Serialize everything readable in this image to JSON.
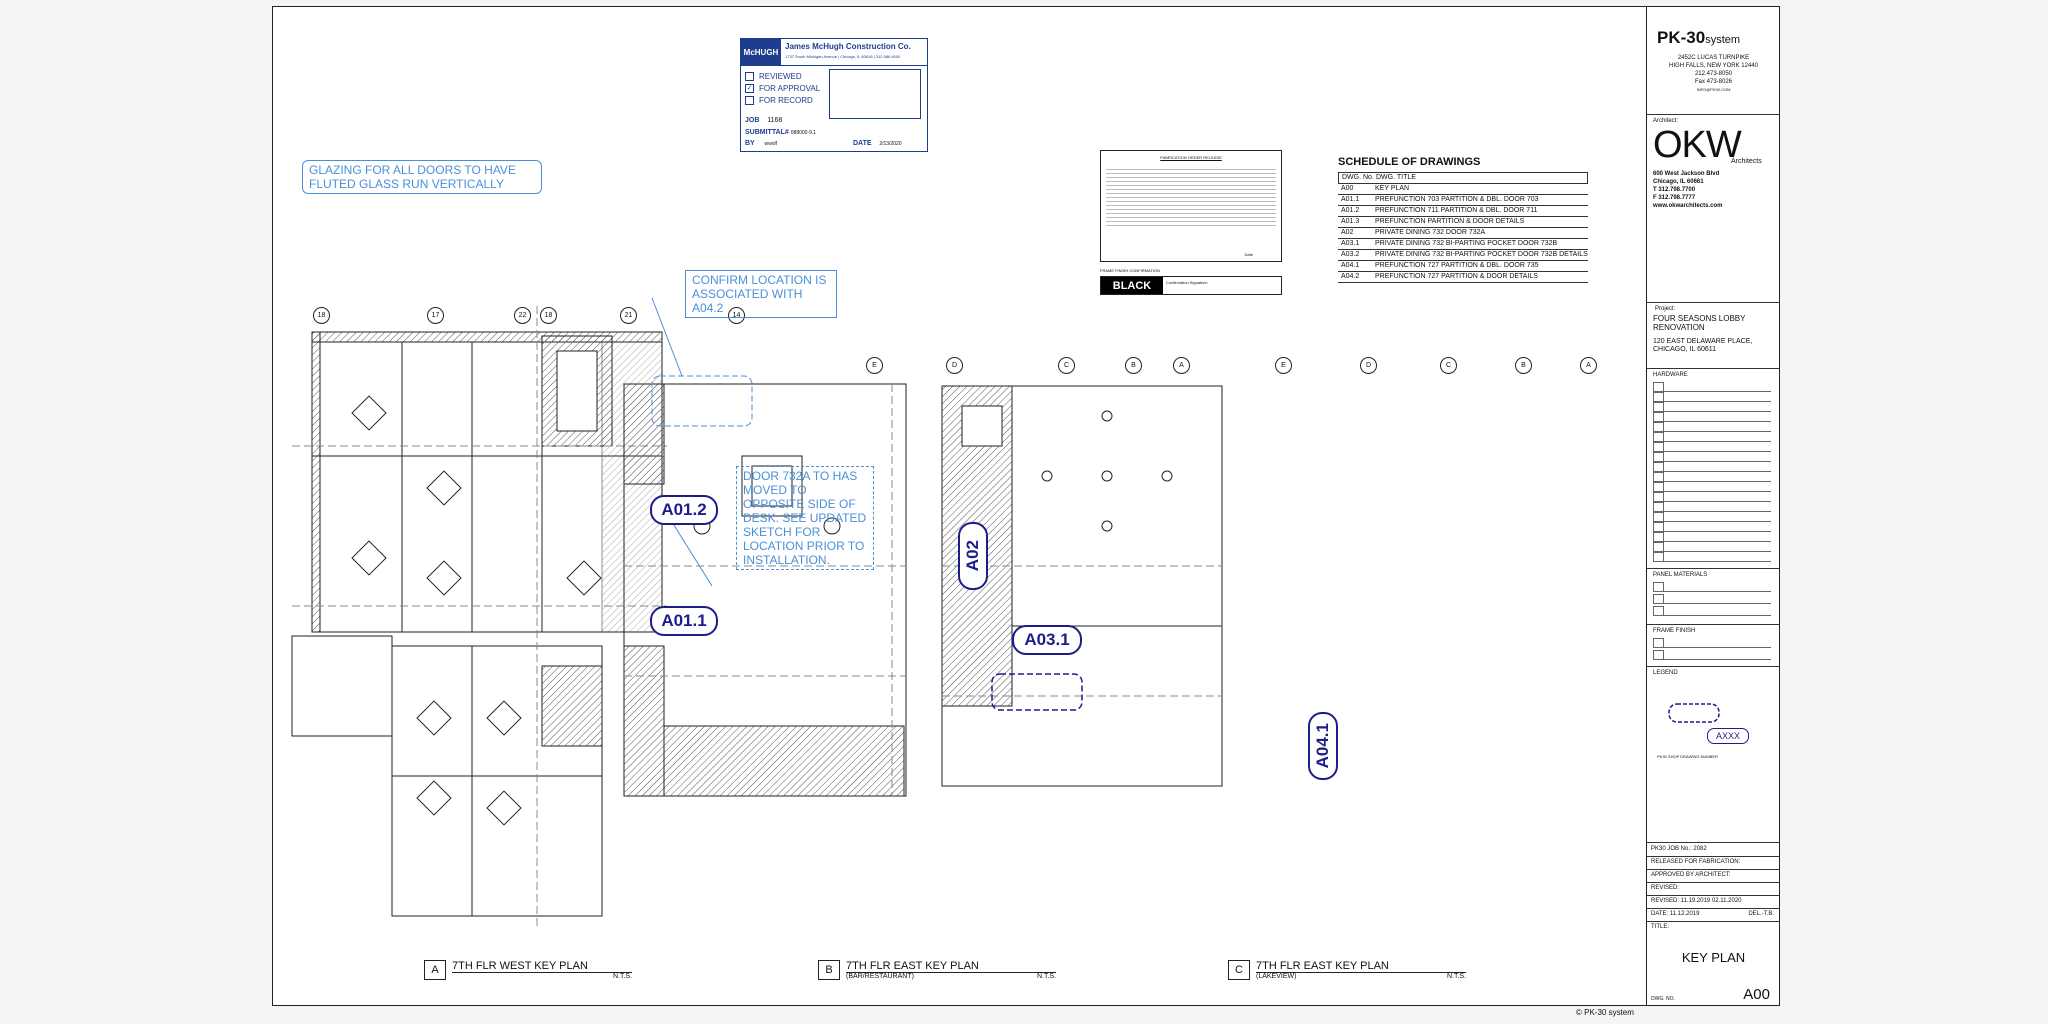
{
  "stamp": {
    "logo": "McHUGH",
    "company": "James McHugh Construction Co.",
    "address": "1737 South Michigan Avenue | Chicago, IL 60616 | 312.986.8000",
    "options": [
      {
        "label": "REVIEWED",
        "checked": false
      },
      {
        "label": "FOR APPROVAL",
        "checked": true
      },
      {
        "label": "FOR RECORD",
        "checked": false
      }
    ],
    "job_label": "JOB",
    "job_value": "1168",
    "submittal_label": "SUBMITTAL#",
    "submittal_value": "088000-9.1",
    "by_label": "BY",
    "by_value": "wwolf",
    "date_label": "DATE",
    "date_value": "2/13/2020"
  },
  "release": {
    "title": "FABRICATION ORDER RELEASE",
    "frame_label": "FRAME FINISH CONFIRMATION",
    "color": "BLACK",
    "signature_label": "Confirmation Signature:",
    "date_label": "Date"
  },
  "schedule": {
    "title": "SCHEDULE OF DRAWINGS",
    "headers": [
      "DWG. No.",
      "DWG. TITLE"
    ],
    "rows": [
      [
        "A00",
        "KEY PLAN"
      ],
      [
        "A01.1",
        "PREFUNCTION 703 PARTITION & DBL. DOOR 703"
      ],
      [
        "A01.2",
        "PREFUNCTION 711 PARTITION & DBL. DOOR 711"
      ],
      [
        "A01.3",
        "PREFUNCTION PARTITION & DOOR DETAILS"
      ],
      [
        "A02",
        "PRIVATE DINING 732 DOOR 732A"
      ],
      [
        "A03.1",
        "PRIVATE DINING 732 BI-PARTING POCKET DOOR 732B"
      ],
      [
        "A03.2",
        "PRIVATE DINING 732 BI-PARTING POCKET DOOR 732B DETAILS"
      ],
      [
        "A04.1",
        "PREFUNCTION 727 PARTITION & DBL. DOOR 735"
      ],
      [
        "A04.2",
        "PREFUNCTION 727 PARTITION & DOOR DETAILS"
      ]
    ]
  },
  "notes": {
    "glazing": "GLAZING FOR ALL DOORS TO HAVE FLUTED GLASS RUN VERTICALLY",
    "confirm": "CONFIRM LOCATION IS ASSOCIATED WITH A04.2",
    "door": "DOOR 732A TO HAS MOVED TO OPPOSITE SIDE OF DESK. SEE UPDATED SKETCH FOR LOCATION PRIOR TO INSTALLATION."
  },
  "tags": [
    "A01.2",
    "A01.1",
    "A02",
    "A03.1",
    "A04.1"
  ],
  "plans": [
    {
      "letter": "A",
      "title": "7TH FLR WEST KEY PLAN",
      "sub": "",
      "scale": "N.T.S."
    },
    {
      "letter": "B",
      "title": "7TH FLR EAST KEY PLAN",
      "sub": "(BAR/RESTAURANT)",
      "scale": "N.T.S."
    },
    {
      "letter": "C",
      "title": "7TH FLR EAST KEY PLAN",
      "sub": "(LAKEVIEW)",
      "scale": "N.T.S."
    }
  ],
  "columns_a": [
    "18",
    "17",
    "22",
    "18",
    "21",
    "14"
  ],
  "columns_b": [
    "E",
    "D",
    "C",
    "B",
    "A"
  ],
  "columns_c": [
    "E",
    "D",
    "C",
    "B",
    "A"
  ],
  "titleblock": {
    "brand": "PK-30",
    "brand_suffix": "system",
    "address": [
      "2452C LUCAS TURNPIKE",
      "HIGH FALLS, NEW YORK 12440",
      "212.473-8050",
      "Fax 473-8026",
      "INFO@PK30.COM"
    ],
    "architect_label": "Architect:",
    "architect_logo": "OKW",
    "architect_sub": "Architects",
    "architect_info": [
      "600 West Jackson Blvd",
      "Chicago, IL 60661",
      "T 312.798.7700",
      "F 312.798.7777",
      "www.okwarchitects.com"
    ],
    "project_label": "Project:",
    "project_name": "FOUR SEASONS LOBBY RENOVATION",
    "project_address": [
      "120 EAST DELAWARE PLACE,",
      "CHICAGO, IL 60611"
    ],
    "hardware_label": "HARDWARE",
    "panel_label": "PANEL MATERIALS",
    "frame_label": "FRAME FINISH",
    "legend_label": "LEGEND",
    "legend_tag": "AXXX",
    "legend_caption": "PK30 SHOP DRAWING NUMBER",
    "job_no": "PK30 JOB No.: 2082",
    "released": "RELEASED FOR FABRICATION:",
    "approved": "APPROVED BY ARCHITECT:",
    "revised_label": "REVISED:",
    "revised": "REVISED:  11.19.2019   02.11.2020",
    "date": "DATE:  11.12.2019",
    "date_by": "DEL.-T.B.",
    "title_label": "TITLE:",
    "title": "KEY PLAN",
    "dwg_label": "DWG. NO.",
    "dwg_no": "A00",
    "copyright": "© PK-30 system"
  }
}
